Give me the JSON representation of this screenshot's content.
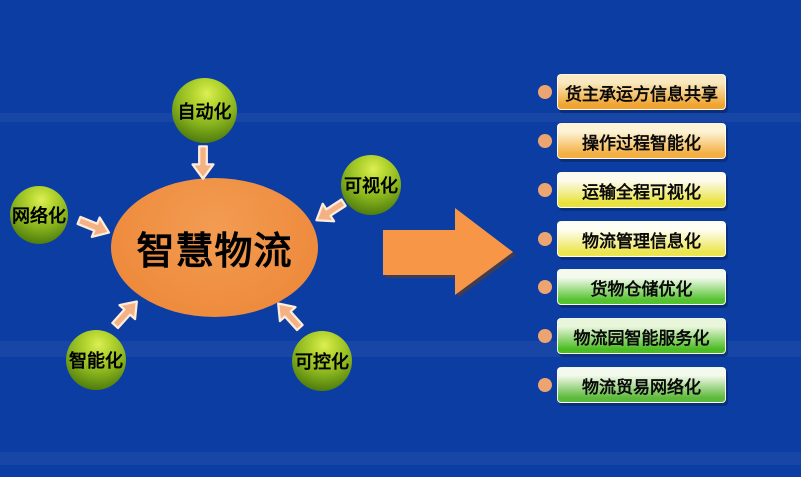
{
  "colors": {
    "background": "#0c3da3",
    "ellipse_fill": "#ee8a3c",
    "big_arrow_fill": "#f79646",
    "big_arrow_shadow": "#8a5a22",
    "small_arrow_fill": "#f4b183",
    "small_arrow_outline": "#fcecdb",
    "bullet": "#eca471",
    "sphere_highlight": "#dcef55",
    "sphere_mid": "#8ab51e",
    "sphere_dark": "#2f5407",
    "diagram_text": "#000000"
  },
  "center": {
    "label": "智慧物流"
  },
  "nodes": [
    {
      "label": "自动化"
    },
    {
      "label": "网络化"
    },
    {
      "label": "可视化"
    },
    {
      "label": "智能化"
    },
    {
      "label": "可控化"
    }
  ],
  "list": {
    "items": [
      {
        "label": "货主承运方信息共享",
        "color_top": "#f9e9c0",
        "color_bottom": "#f0a42f"
      },
      {
        "label": "操作过程智能化",
        "color_top": "#fdf3d6",
        "color_bottom": "#f3af41"
      },
      {
        "label": "运输全程可视化",
        "color_top": "#fdfbee",
        "color_bottom": "#e9e23a"
      },
      {
        "label": "物流管理信息化",
        "color_top": "#fffef4",
        "color_bottom": "#ece54f"
      },
      {
        "label": "货物仓储优化",
        "color_top": "#f4fbee",
        "color_bottom": "#55c230"
      },
      {
        "label": "物流园智能服务化",
        "color_top": "#e9f6dc",
        "color_bottom": "#4cbc24"
      },
      {
        "label": "物流贸易网络化",
        "color_top": "#f3f9ec",
        "color_bottom": "#5cb93a"
      }
    ]
  }
}
